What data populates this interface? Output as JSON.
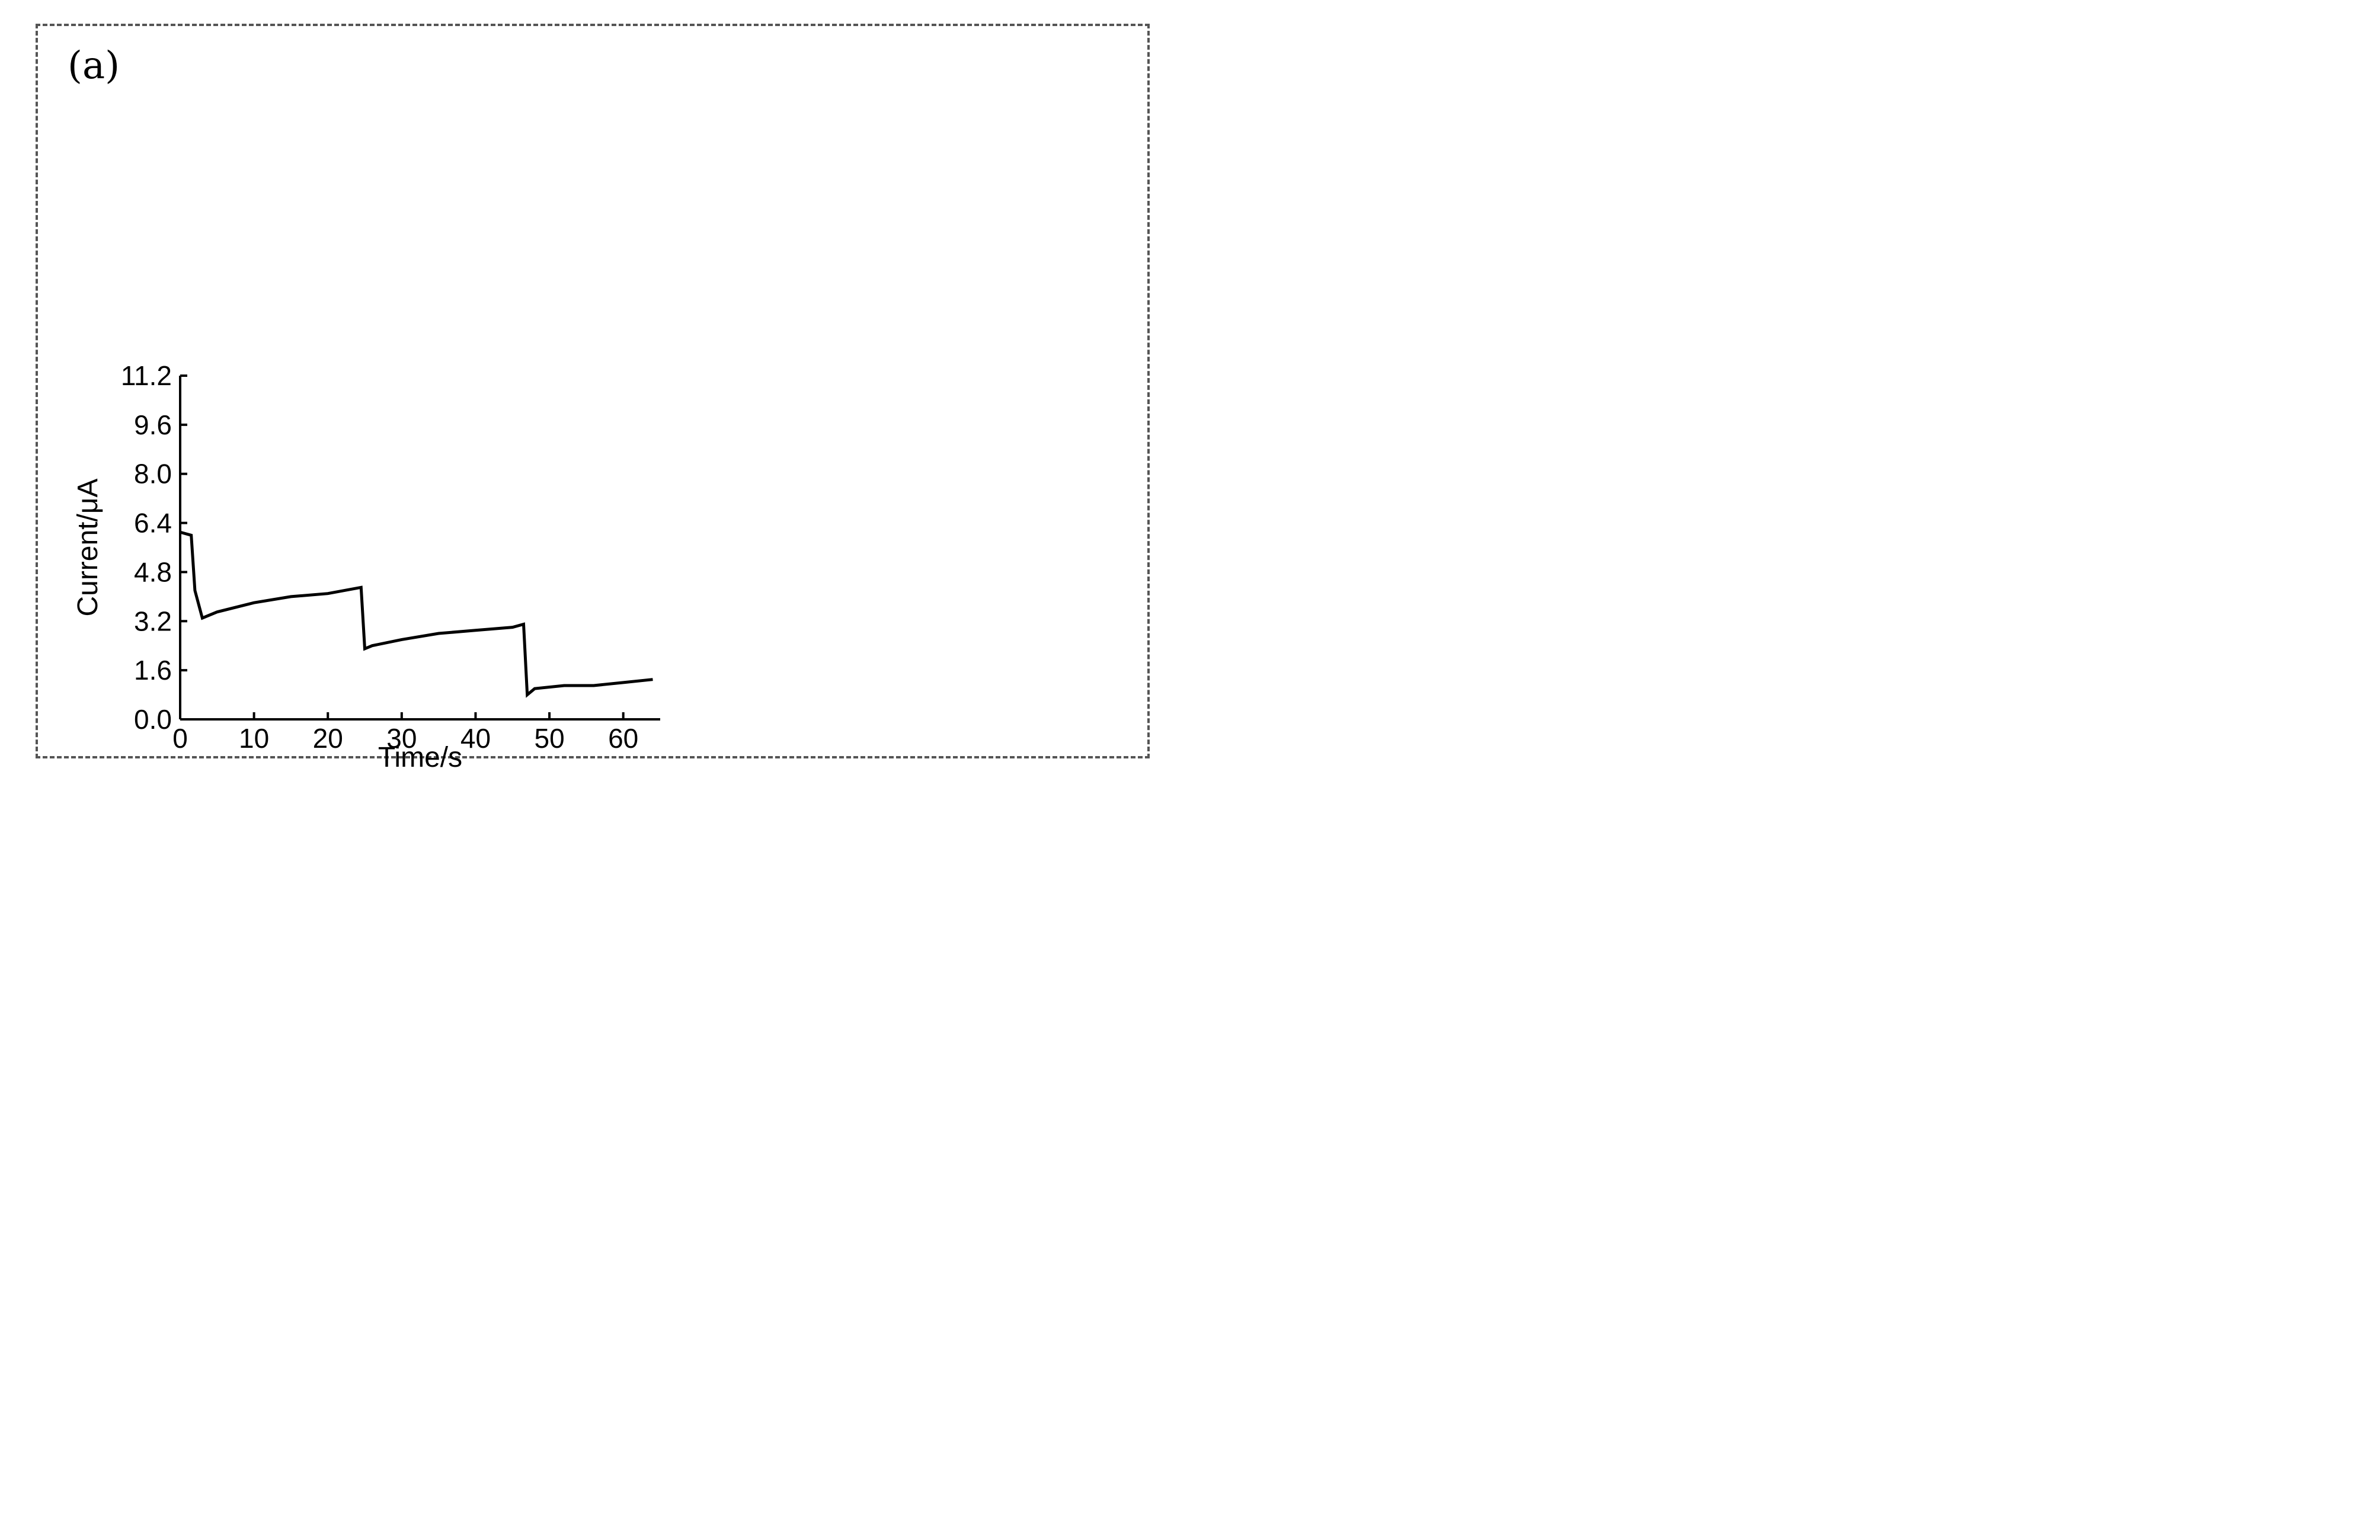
{
  "panel": {
    "label": "(a)"
  },
  "chart_data": {
    "type": "line",
    "xlabel": "Time/s",
    "ylabel": "Current/μA",
    "xlim": [
      0,
      65
    ],
    "ylim": [
      0,
      11.2
    ],
    "x_ticks": [
      0,
      10,
      20,
      30,
      40,
      50,
      60
    ],
    "y_ticks": [
      0,
      1.6,
      3.2,
      4.8,
      6.4,
      8.0,
      9.6,
      11.2
    ],
    "color": "#000000",
    "series": [
      {
        "x": [
          0,
          1.5,
          2,
          3,
          5,
          10,
          15,
          20,
          24.5,
          25,
          26,
          30,
          35,
          40,
          45,
          46.5,
          47,
          48,
          52,
          56,
          60,
          64
        ],
        "y": [
          6.1,
          6.0,
          4.2,
          3.3,
          3.5,
          3.8,
          4.0,
          4.1,
          4.3,
          2.3,
          2.4,
          2.6,
          2.8,
          2.9,
          3.0,
          3.1,
          0.8,
          1.0,
          1.1,
          1.1,
          1.2,
          1.3
        ]
      }
    ]
  }
}
